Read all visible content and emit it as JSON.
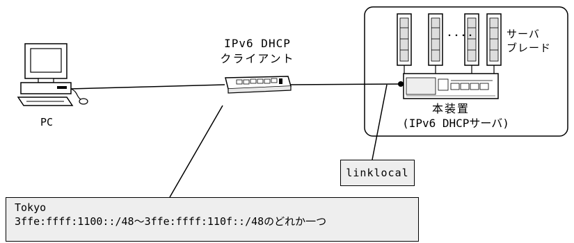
{
  "pc_label": "PC",
  "client_label_line1": "IPv6 DHCP",
  "client_label_line2": "クライアント",
  "blade_label_line1": "サーバ",
  "blade_label_line2": "ブレード",
  "blade_dots": "・・・・",
  "device_label_line1": "本装置",
  "device_label_line2": "(IPv6 DHCPサーバ)",
  "linklocal_label": "linklocal",
  "note_line1": "Tokyo",
  "note_line2": "3ffe:ffff:1100::/48～3ffe:ffff:110f::/48のどれか一つ"
}
